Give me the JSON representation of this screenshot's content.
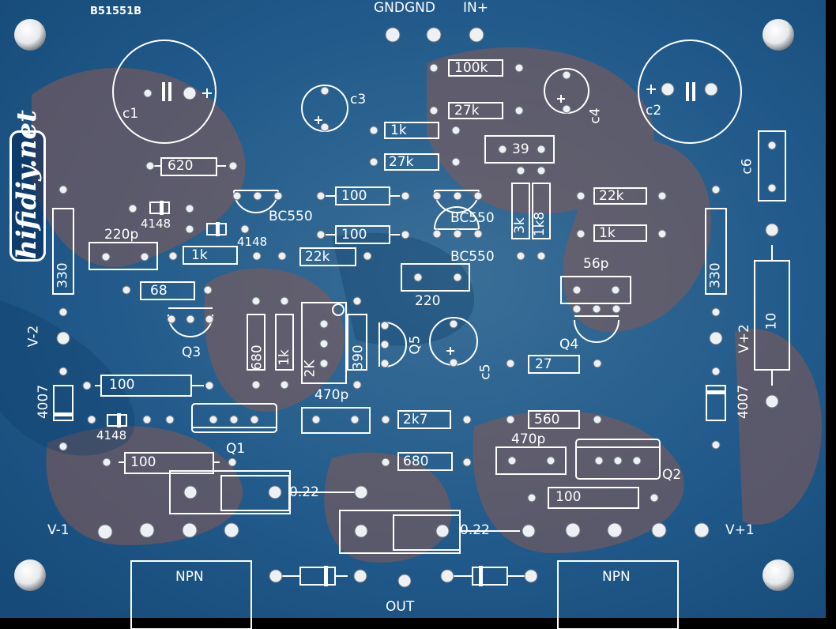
{
  "board": {
    "id": "B51551B",
    "brand": "hifidiy.net",
    "header_pins": [
      "GND",
      "GND",
      "IN+"
    ],
    "output_label": "OUT",
    "rails": {
      "v_minus_1": "V-1",
      "v_plus_1": "V+1",
      "v_minus_2": "V-2",
      "v_plus_2": "V+2"
    },
    "colors": {
      "substrate": "#1f5e8c",
      "copper_shadow": "#7a5550",
      "silk": "#ffffff",
      "pad": "#f2f4f6"
    }
  },
  "parts": {
    "c1": "c1",
    "c2": "c2",
    "c3": "c3",
    "c4": "c4",
    "c5": "c5",
    "c6": "c6",
    "r100k": "100k",
    "r27k_a": "27k",
    "r1k_a": "1k",
    "r27k_b": "27k",
    "c39": "39",
    "r620": "620",
    "r100_a": "100",
    "r100_b": "100",
    "bc550_a": "BC550",
    "bc550_b": "BC550",
    "bc550_c": "BC550",
    "r3k": "3k",
    "r1k8": "1k8",
    "r22k_a": "22k",
    "r1k_b": "1k",
    "d4148_a": "4148",
    "d4148_b": "4148",
    "c220p": "220p",
    "r1k_c": "1k",
    "r22k_b": "22k",
    "c220": "220",
    "c56p": "56p",
    "r330_a": "330",
    "r330_b": "330",
    "r68": "68",
    "q3": "Q3",
    "r680_v": "680",
    "r1k_v": "1k",
    "pot2k": "2K",
    "r390": "390",
    "q5": "Q5",
    "q4": "Q4",
    "r27": "27",
    "r10": "10",
    "c470p_a": "470p",
    "r100_c": "100",
    "d4007_a": "4007",
    "d4007_b": "4007",
    "r2k7": "2k7",
    "r560": "560",
    "d4148_c": "4148",
    "q1": "Q1",
    "c470p_b": "470p",
    "r100_d": "100",
    "r680_h": "680",
    "q2": "Q2",
    "r022_a": "0.22",
    "r100_e": "100",
    "r022_b": "0.22",
    "npn_a": "NPN",
    "npn_b": "NPN"
  }
}
